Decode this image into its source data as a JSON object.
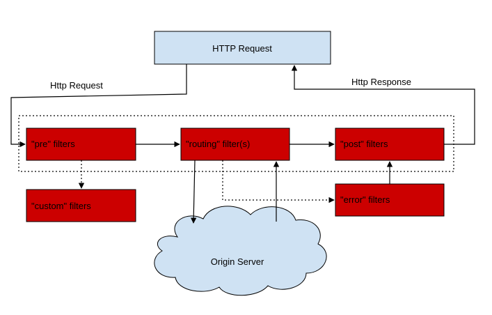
{
  "nodes": {
    "http_request": "HTTP Request",
    "pre_filters": "\"pre\" filters",
    "routing_filters": "\"routing\" filter(s)",
    "post_filters": "\"post\" filters",
    "custom_filters": "\"custom\" filters",
    "error_filters": "\"error\" filters",
    "origin_server": "Origin Server"
  },
  "edge_labels": {
    "http_request": "Http Request",
    "http_response": "Http Response"
  },
  "colors": {
    "request_box_fill": "#cfe2f3",
    "filter_box_fill": "#cc0000",
    "cloud_fill": "#cfe2f3",
    "line": "#000000"
  }
}
